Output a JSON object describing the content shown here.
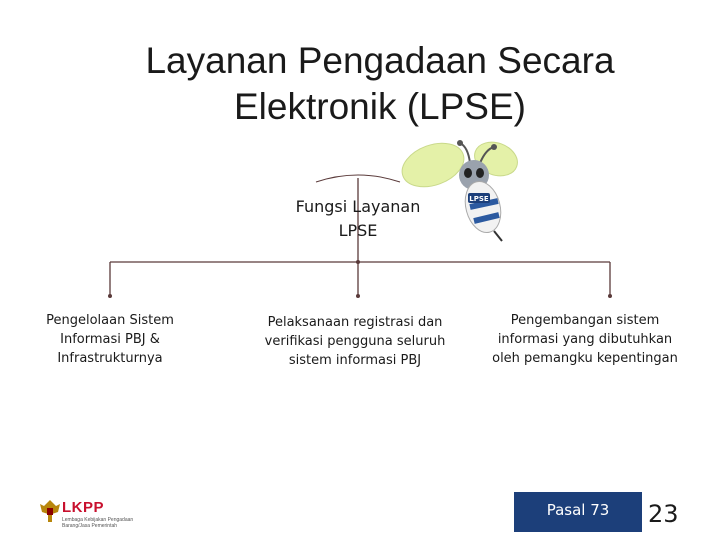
{
  "slide": {
    "title_line1": "Layanan Pengadaan Secara",
    "title_line2": "Elektronik (LPSE)"
  },
  "diagram": {
    "root": {
      "line1": "Fungsi Layanan",
      "line2": "LPSE"
    },
    "children": [
      {
        "lines": [
          "Pengelolaan Sistem",
          "Informasi PBJ &",
          "Infrastrukturnya"
        ]
      },
      {
        "lines": [
          "Pelaksanaan registrasi dan",
          "verifikasi pengguna seluruh",
          "sistem informasi PBJ"
        ]
      },
      {
        "lines": [
          "Pengembangan sistem",
          "informasi yang dibutuhkan",
          "oleh pemangku kepentingan"
        ]
      }
    ]
  },
  "mascot": {
    "icon": "bee-mascot-icon",
    "badge_text": "LPSE"
  },
  "footer": {
    "logo_icon": "garuda-emblem-icon",
    "logo_name": "LKPP",
    "logo_subtitle": "Lembaga Kebijakan Pengadaan Barang/Jasa Pemerintah",
    "pasal_label": "Pasal 73",
    "page_number": "23"
  },
  "colors": {
    "connector": "#5a3a3a",
    "footer_box": "#1c3f7a",
    "logo_red": "#c8102e"
  }
}
